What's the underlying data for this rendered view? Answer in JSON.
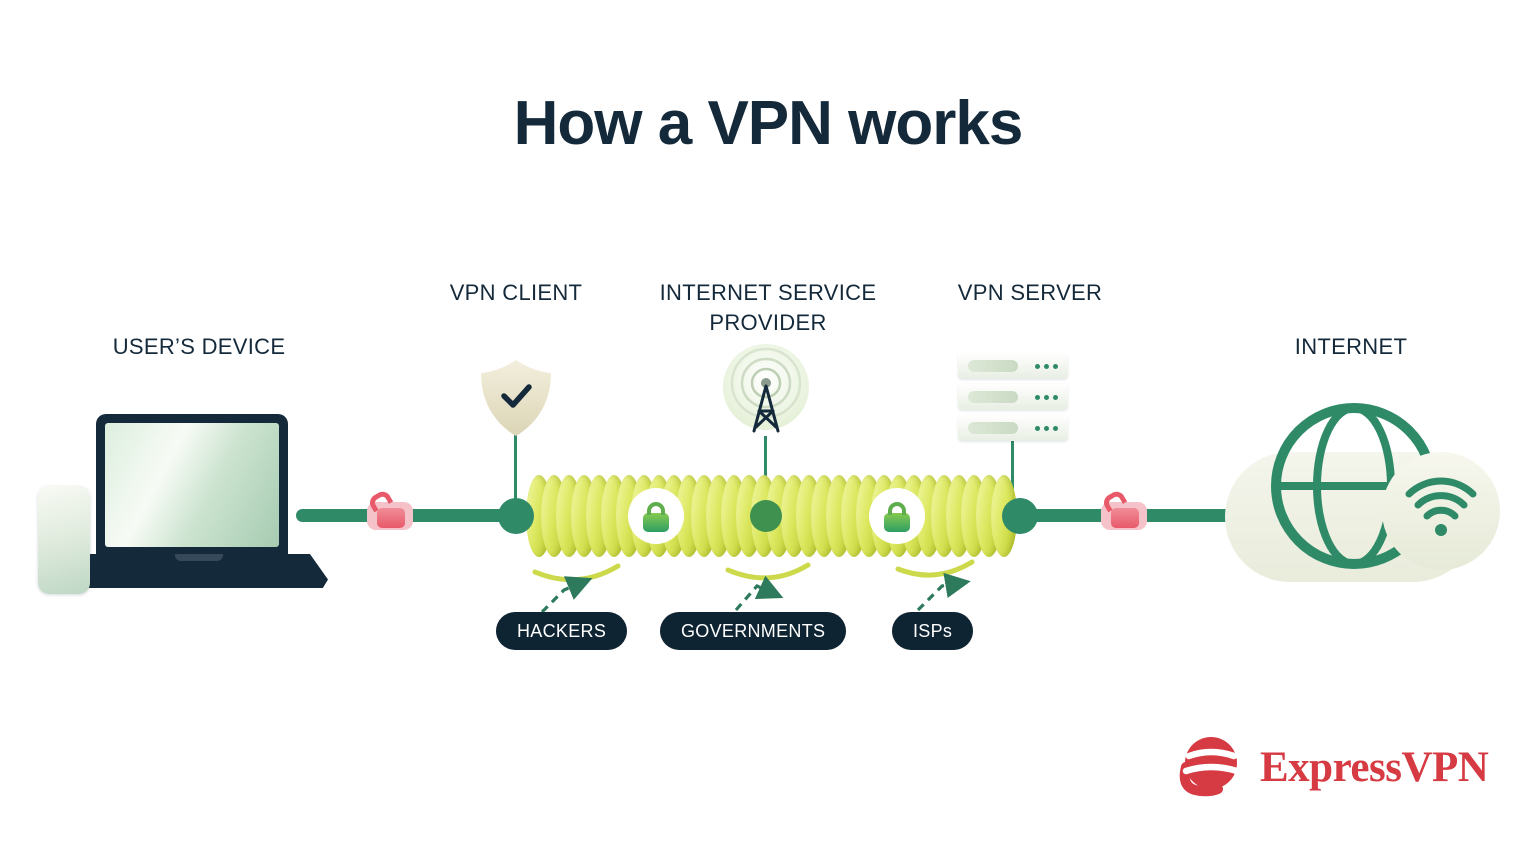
{
  "title": "How a VPN works",
  "labels": {
    "users_device": "USER’S DEVICE",
    "vpn_client": "VPN CLIENT",
    "isp": "INTERNET SERVICE PROVIDER",
    "vpn_server": "VPN SERVER",
    "internet": "INTERNET"
  },
  "threats": [
    {
      "label": "HACKERS"
    },
    {
      "label": "GOVERNMENTS"
    },
    {
      "label": "ISPs"
    }
  ],
  "logo": {
    "brand": "ExpressVPN"
  },
  "icons": {
    "users_device": "laptop-and-phone-icon",
    "vpn_client": "shield-check-icon",
    "isp": "radio-tower-icon",
    "vpn_server": "server-stack-icon",
    "internet": "globe-cloud-wifi-icon",
    "unencrypted_link": "open-padlock-icon",
    "encrypted_tunnel": "closed-padlock-icon"
  },
  "colors": {
    "navy": "#14293a",
    "badge-navy": "#0e2433",
    "teal": "#2f8a68",
    "mid-green": "#3f9150",
    "lime": "#ccd94b",
    "coil-light": "#f2f8a6",
    "coil-mid": "#dbe75e",
    "coil-dark": "#b9c92c",
    "lock-red": "#e8596a",
    "lock-halo": "#f4c2c8",
    "brand-red": "#d63a42",
    "arrow-green": "#2d7a5c"
  }
}
